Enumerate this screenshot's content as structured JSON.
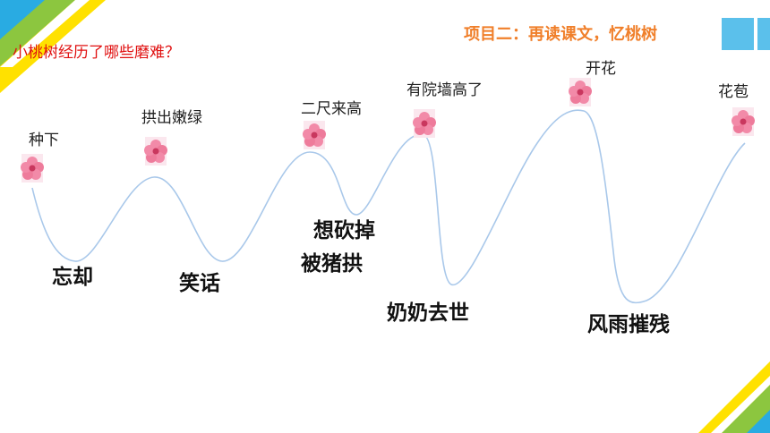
{
  "slide": {
    "question": "小桃树经历了哪些磨难？",
    "section_title": "项目二：再读课文，忆桃树"
  },
  "stages": [
    {
      "label": "种下",
      "icon": "peach-blossom-icon"
    },
    {
      "label": "拱出嫩绿",
      "icon": "peach-blossom-icon"
    },
    {
      "label": "二尺来高",
      "icon": "peach-blossom-icon"
    },
    {
      "label": "有院墙高了",
      "icon": "peach-blossom-icon"
    },
    {
      "label": "开花",
      "icon": "peach-blossom-icon"
    },
    {
      "label": "花苞",
      "icon": "peach-blossom-icon"
    }
  ],
  "hardships": [
    "忘却",
    "笑话",
    "想砍掉",
    "被猪拱",
    "奶奶去世",
    "风雨摧残"
  ],
  "colors": {
    "curve": "#a9c8ea",
    "question_text": "#e01010",
    "title_text": "#f07f2a",
    "deco_green": "#8cc63f",
    "deco_blue": "#29abe2",
    "deco_yellow": "#ffe100",
    "blossom": "#f28aa8"
  }
}
